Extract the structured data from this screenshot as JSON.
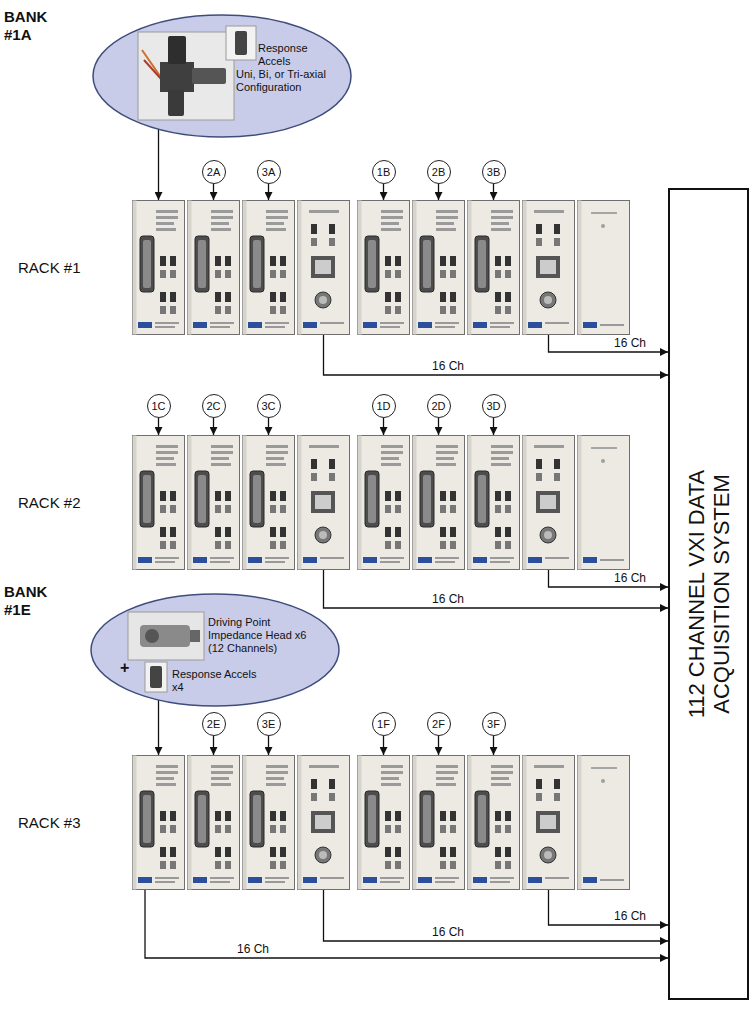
{
  "diagram": {
    "nodes": [
      {
        "text": [
          "BANK #1A",
          "Response Accels",
          "Uni, Bi, or Tri-axial Configuration"
        ]
      },
      {
        "text": [
          "2A"
        ]
      },
      {
        "text": [
          "3A"
        ]
      },
      {
        "text": [
          "1B"
        ]
      },
      {
        "text": [
          "2B"
        ]
      },
      {
        "text": [
          "3B"
        ]
      },
      {
        "text": [
          "RACK #1"
        ]
      },
      {
        "text": [
          "1C"
        ]
      },
      {
        "text": [
          "2C"
        ]
      },
      {
        "text": [
          "3C"
        ]
      },
      {
        "text": [
          "1D"
        ]
      },
      {
        "text": [
          "2D"
        ]
      },
      {
        "text": [
          "3D"
        ]
      },
      {
        "text": [
          "RACK #2"
        ]
      },
      {
        "text": [
          "BANK #1E",
          "Driving Point Impedance Head x6 (12 Channels)",
          "+",
          "Response Accels x4"
        ]
      },
      {
        "text": [
          "2E"
        ]
      },
      {
        "text": [
          "3E"
        ]
      },
      {
        "text": [
          "1F"
        ]
      },
      {
        "text": [
          "2F"
        ]
      },
      {
        "text": [
          "3F"
        ]
      },
      {
        "text": [
          "RACK #3"
        ]
      },
      {
        "text": [
          "112 CHANNEL VXI DATA ACQUISITION SYSTEM"
        ]
      }
    ],
    "edges": [
      {
        "from": 0,
        "to": 6,
        "arrow": "to"
      },
      {
        "from": 1,
        "to": 6,
        "arrow": "to"
      },
      {
        "from": 2,
        "to": 6,
        "arrow": "to"
      },
      {
        "from": 3,
        "to": 6,
        "arrow": "to"
      },
      {
        "from": 4,
        "to": 6,
        "arrow": "to"
      },
      {
        "from": 5,
        "to": 6,
        "arrow": "to"
      },
      {
        "from": 6,
        "to": 21,
        "label": "16 Ch",
        "arrow": "to"
      },
      {
        "from": 6,
        "to": 21,
        "label": "16 Ch",
        "arrow": "to"
      },
      {
        "from": 7,
        "to": 13,
        "arrow": "to"
      },
      {
        "from": 8,
        "to": 13,
        "arrow": "to"
      },
      {
        "from": 9,
        "to": 13,
        "arrow": "to"
      },
      {
        "from": 10,
        "to": 13,
        "arrow": "to"
      },
      {
        "from": 11,
        "to": 13,
        "arrow": "to"
      },
      {
        "from": 12,
        "to": 13,
        "arrow": "to"
      },
      {
        "from": 13,
        "to": 21,
        "label": "16 Ch",
        "arrow": "to"
      },
      {
        "from": 13,
        "to": 21,
        "label": "16 Ch",
        "arrow": "to"
      },
      {
        "from": 14,
        "to": 20,
        "arrow": "to"
      },
      {
        "from": 15,
        "to": 20,
        "arrow": "to"
      },
      {
        "from": 16,
        "to": 20,
        "arrow": "to"
      },
      {
        "from": 17,
        "to": 20,
        "arrow": "to"
      },
      {
        "from": 18,
        "to": 20,
        "arrow": "to"
      },
      {
        "from": 19,
        "to": 20,
        "arrow": "to"
      },
      {
        "from": 20,
        "to": 21,
        "label": "16 Ch",
        "arrow": "to"
      },
      {
        "from": 20,
        "to": 21,
        "label": "16 Ch",
        "arrow": "to"
      },
      {
        "from": 20,
        "to": 21,
        "label": "16 Ch",
        "arrow": "to"
      }
    ]
  }
}
